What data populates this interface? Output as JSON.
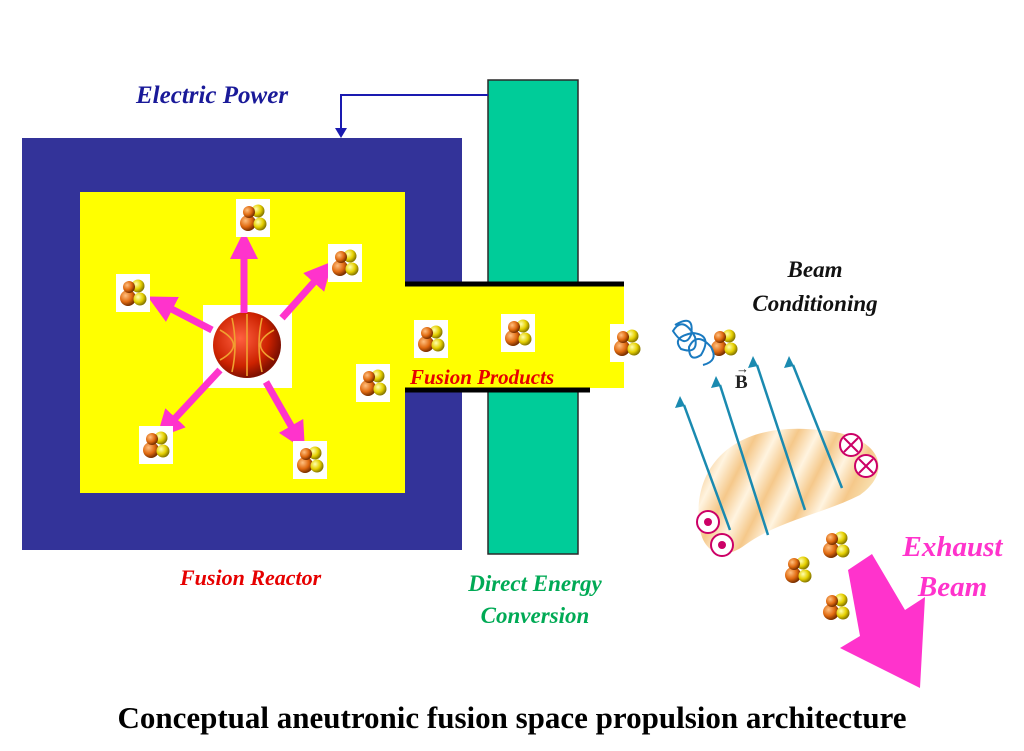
{
  "diagram": {
    "title": "Conceptual aneutronic fusion space propulsion architecture",
    "labels": {
      "electric_power": "Electric Power",
      "fusion_reactor": "Fusion Reactor",
      "fusion_products": "Fusion Products",
      "direct_energy_conversion_line1": "Direct Energy",
      "direct_energy_conversion_line2": "Conversion",
      "beam_conditioning_line1": "Beam",
      "beam_conditioning_line2": "Conditioning",
      "exhaust_beam_line1": "Exhaust",
      "exhaust_beam_line2": "Beam",
      "magnetic_field_symbol": "B"
    },
    "colors": {
      "reactor_shell": "#333399",
      "reactor_core": "#ffff00",
      "converter_plate": "#00cc99",
      "emission_arrows": "#ff33cc",
      "electric_power_text": "#1a1a99",
      "fusion_reactor_text": "#e60000",
      "fusion_products_text": "#e60000",
      "direct_energy_text": "#00aa55",
      "exhaust_text": "#ff33cc",
      "field_lines": "#1a8ab0",
      "plasma_core": "#cc2200"
    },
    "icons": [
      "helium-nucleus-icon",
      "plasma-core-icon",
      "field-in-symbol-icon",
      "field-out-symbol-icon",
      "helix-trajectory-icon"
    ]
  }
}
